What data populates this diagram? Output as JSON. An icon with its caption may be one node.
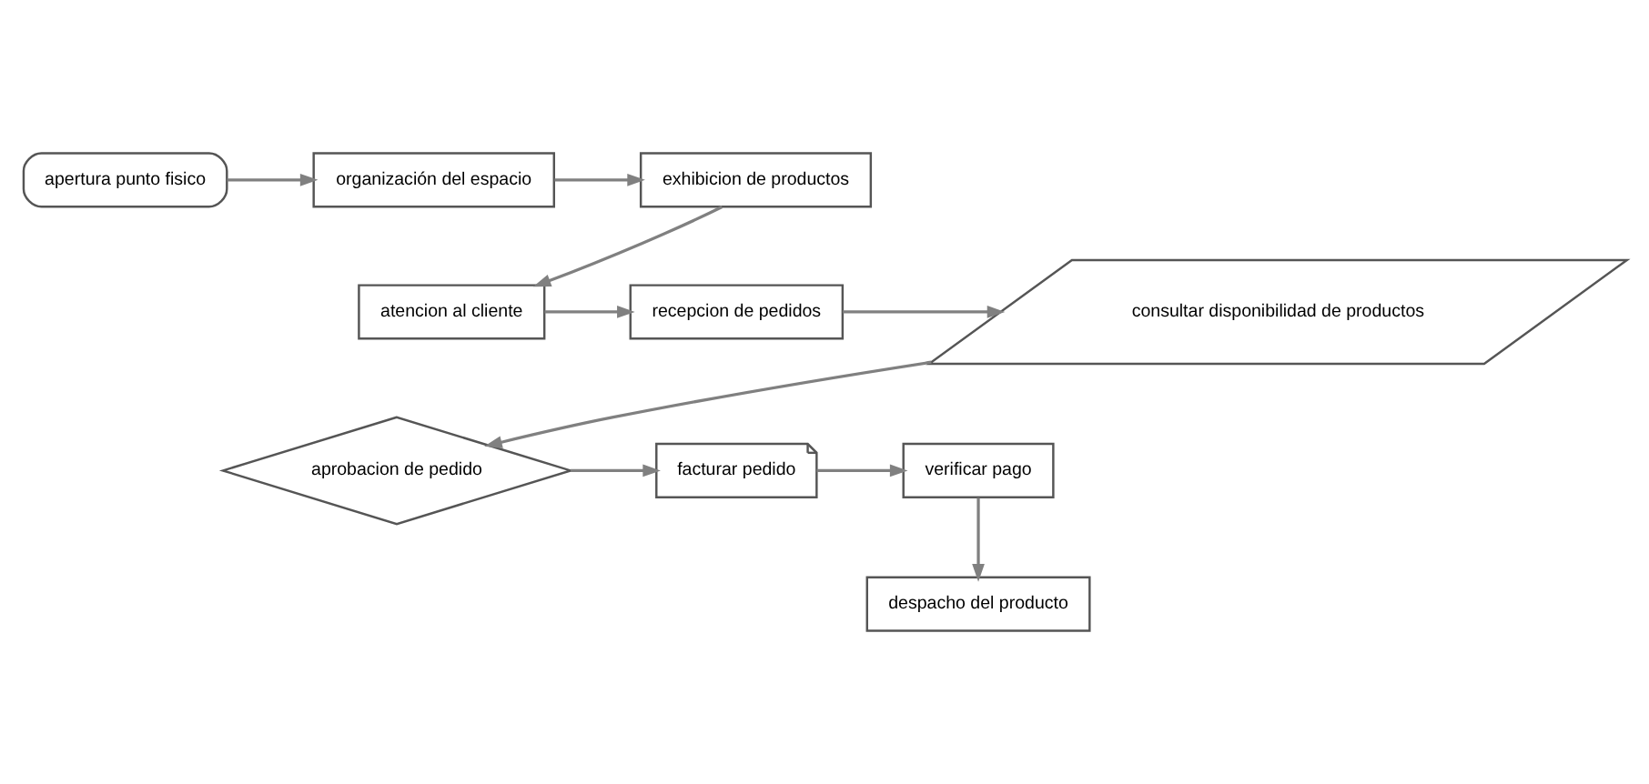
{
  "diagram": {
    "nodes": [
      {
        "text": [
          "apertura punto fisico"
        ]
      },
      {
        "text": [
          "organización del espacio"
        ]
      },
      {
        "text": [
          "exhibicion de productos"
        ]
      },
      {
        "text": [
          "atencion al cliente"
        ]
      },
      {
        "text": [
          "recepcion de pedidos"
        ]
      },
      {
        "text": [
          "consultar disponibilidad de productos"
        ]
      },
      {
        "text": [
          "aprobacion de pedido"
        ]
      },
      {
        "text": [
          "facturar pedido"
        ]
      },
      {
        "text": [
          "verificar pago"
        ]
      },
      {
        "text": [
          "despacho del producto"
        ]
      }
    ],
    "edges": [
      {
        "from": 0,
        "to": 1,
        "arrow": "to"
      },
      {
        "from": 1,
        "to": 2,
        "arrow": "to"
      },
      {
        "from": 2,
        "to": 3,
        "arrow": "to"
      },
      {
        "from": 3,
        "to": 4,
        "arrow": "to"
      },
      {
        "from": 4,
        "to": 5,
        "arrow": "to"
      },
      {
        "from": 5,
        "to": 6,
        "arrow": "to"
      },
      {
        "from": 6,
        "to": 7,
        "arrow": "to"
      },
      {
        "from": 7,
        "to": 8,
        "arrow": "to"
      },
      {
        "from": 8,
        "to": 9,
        "arrow": "to"
      }
    ]
  }
}
